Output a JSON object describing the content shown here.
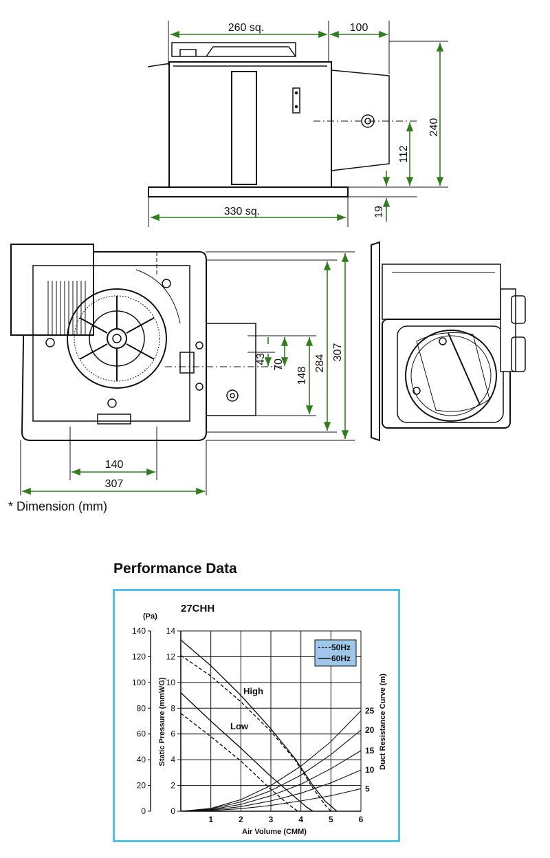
{
  "dimensions": {
    "top_view": {
      "width": "260 sq.",
      "depth": "100",
      "height": "240",
      "duct_center": "112",
      "flange": "19",
      "base": "330 sq."
    },
    "front_view": {
      "d43": "43",
      "d70": "70",
      "d148": "148",
      "d284": "284",
      "d307": "307",
      "bottom_140": "140",
      "bottom_307": "307"
    }
  },
  "note": "* Dimension (mm)",
  "heading": "Performance Data",
  "colors": {
    "dimension": "#2f7d1c",
    "frame": "#4ec3e8",
    "legend_bg": "#9fc7ea"
  },
  "chart_data": {
    "type": "line",
    "title": "27CHH",
    "xlabel": "Air Volume (CMM)",
    "ylabel": "Static Pressure (mmWG)",
    "ylabel_pa_unit": "(Pa)",
    "y2label": "Duct Resistance Curve (m)",
    "xlim": [
      0,
      6
    ],
    "ylim": [
      0,
      14
    ],
    "x_ticks": [
      "1",
      "2",
      "3",
      "4",
      "5",
      "6"
    ],
    "y_ticks_mm": [
      "0",
      "2",
      "4",
      "6",
      "8",
      "10",
      "12",
      "14"
    ],
    "y_ticks_pa": [
      "0",
      "20",
      "40",
      "60",
      "80",
      "100",
      "120",
      "140"
    ],
    "grid": true,
    "legend": {
      "position": "top-right",
      "entries": [
        "50Hz",
        "60Hz"
      ]
    },
    "annotations": [
      "High",
      "Low"
    ],
    "series": [
      {
        "name": "High 60Hz",
        "style": "solid",
        "x": [
          0,
          1,
          2,
          3,
          3.8,
          4.4,
          4.8,
          5.2
        ],
        "y": [
          13.3,
          11.3,
          9.0,
          6.4,
          4.1,
          2.0,
          0.8,
          0
        ]
      },
      {
        "name": "High 50Hz",
        "style": "dashed",
        "x": [
          0,
          1,
          2,
          3,
          3.8,
          4.4,
          4.8,
          5.0
        ],
        "y": [
          12.1,
          10.5,
          8.5,
          6.2,
          4.0,
          1.8,
          0.5,
          0
        ]
      },
      {
        "name": "Low 60Hz",
        "style": "solid",
        "x": [
          0,
          1,
          2,
          3,
          3.8,
          4.2,
          4.4
        ],
        "y": [
          9.2,
          7.0,
          4.9,
          2.7,
          1.1,
          0.3,
          0
        ]
      },
      {
        "name": "Low 50Hz",
        "style": "dashed",
        "x": [
          0,
          1,
          2,
          3,
          3.6,
          3.9
        ],
        "y": [
          7.6,
          5.8,
          3.9,
          1.7,
          0.5,
          0
        ]
      }
    ],
    "duct_curves": [
      {
        "label": "25",
        "x": [
          0,
          1,
          2,
          3,
          4,
          5,
          6
        ],
        "y": [
          0,
          0.22,
          0.9,
          2.0,
          3.5,
          5.4,
          7.8
        ]
      },
      {
        "label": "20",
        "x": [
          0,
          1,
          2,
          3,
          4,
          5,
          6
        ],
        "y": [
          0,
          0.18,
          0.72,
          1.6,
          2.8,
          4.4,
          6.3
        ]
      },
      {
        "label": "15",
        "x": [
          0,
          1,
          2,
          3,
          4,
          5,
          6
        ],
        "y": [
          0,
          0.13,
          0.53,
          1.2,
          2.1,
          3.3,
          4.7
        ]
      },
      {
        "label": "10",
        "x": [
          0,
          1,
          2,
          3,
          4,
          5,
          6
        ],
        "y": [
          0,
          0.09,
          0.36,
          0.8,
          1.4,
          2.2,
          3.2
        ]
      },
      {
        "label": "5",
        "x": [
          0,
          1,
          2,
          3,
          4,
          5,
          6
        ],
        "y": [
          0,
          0.05,
          0.2,
          0.45,
          0.8,
          1.2,
          1.75
        ]
      }
    ]
  }
}
